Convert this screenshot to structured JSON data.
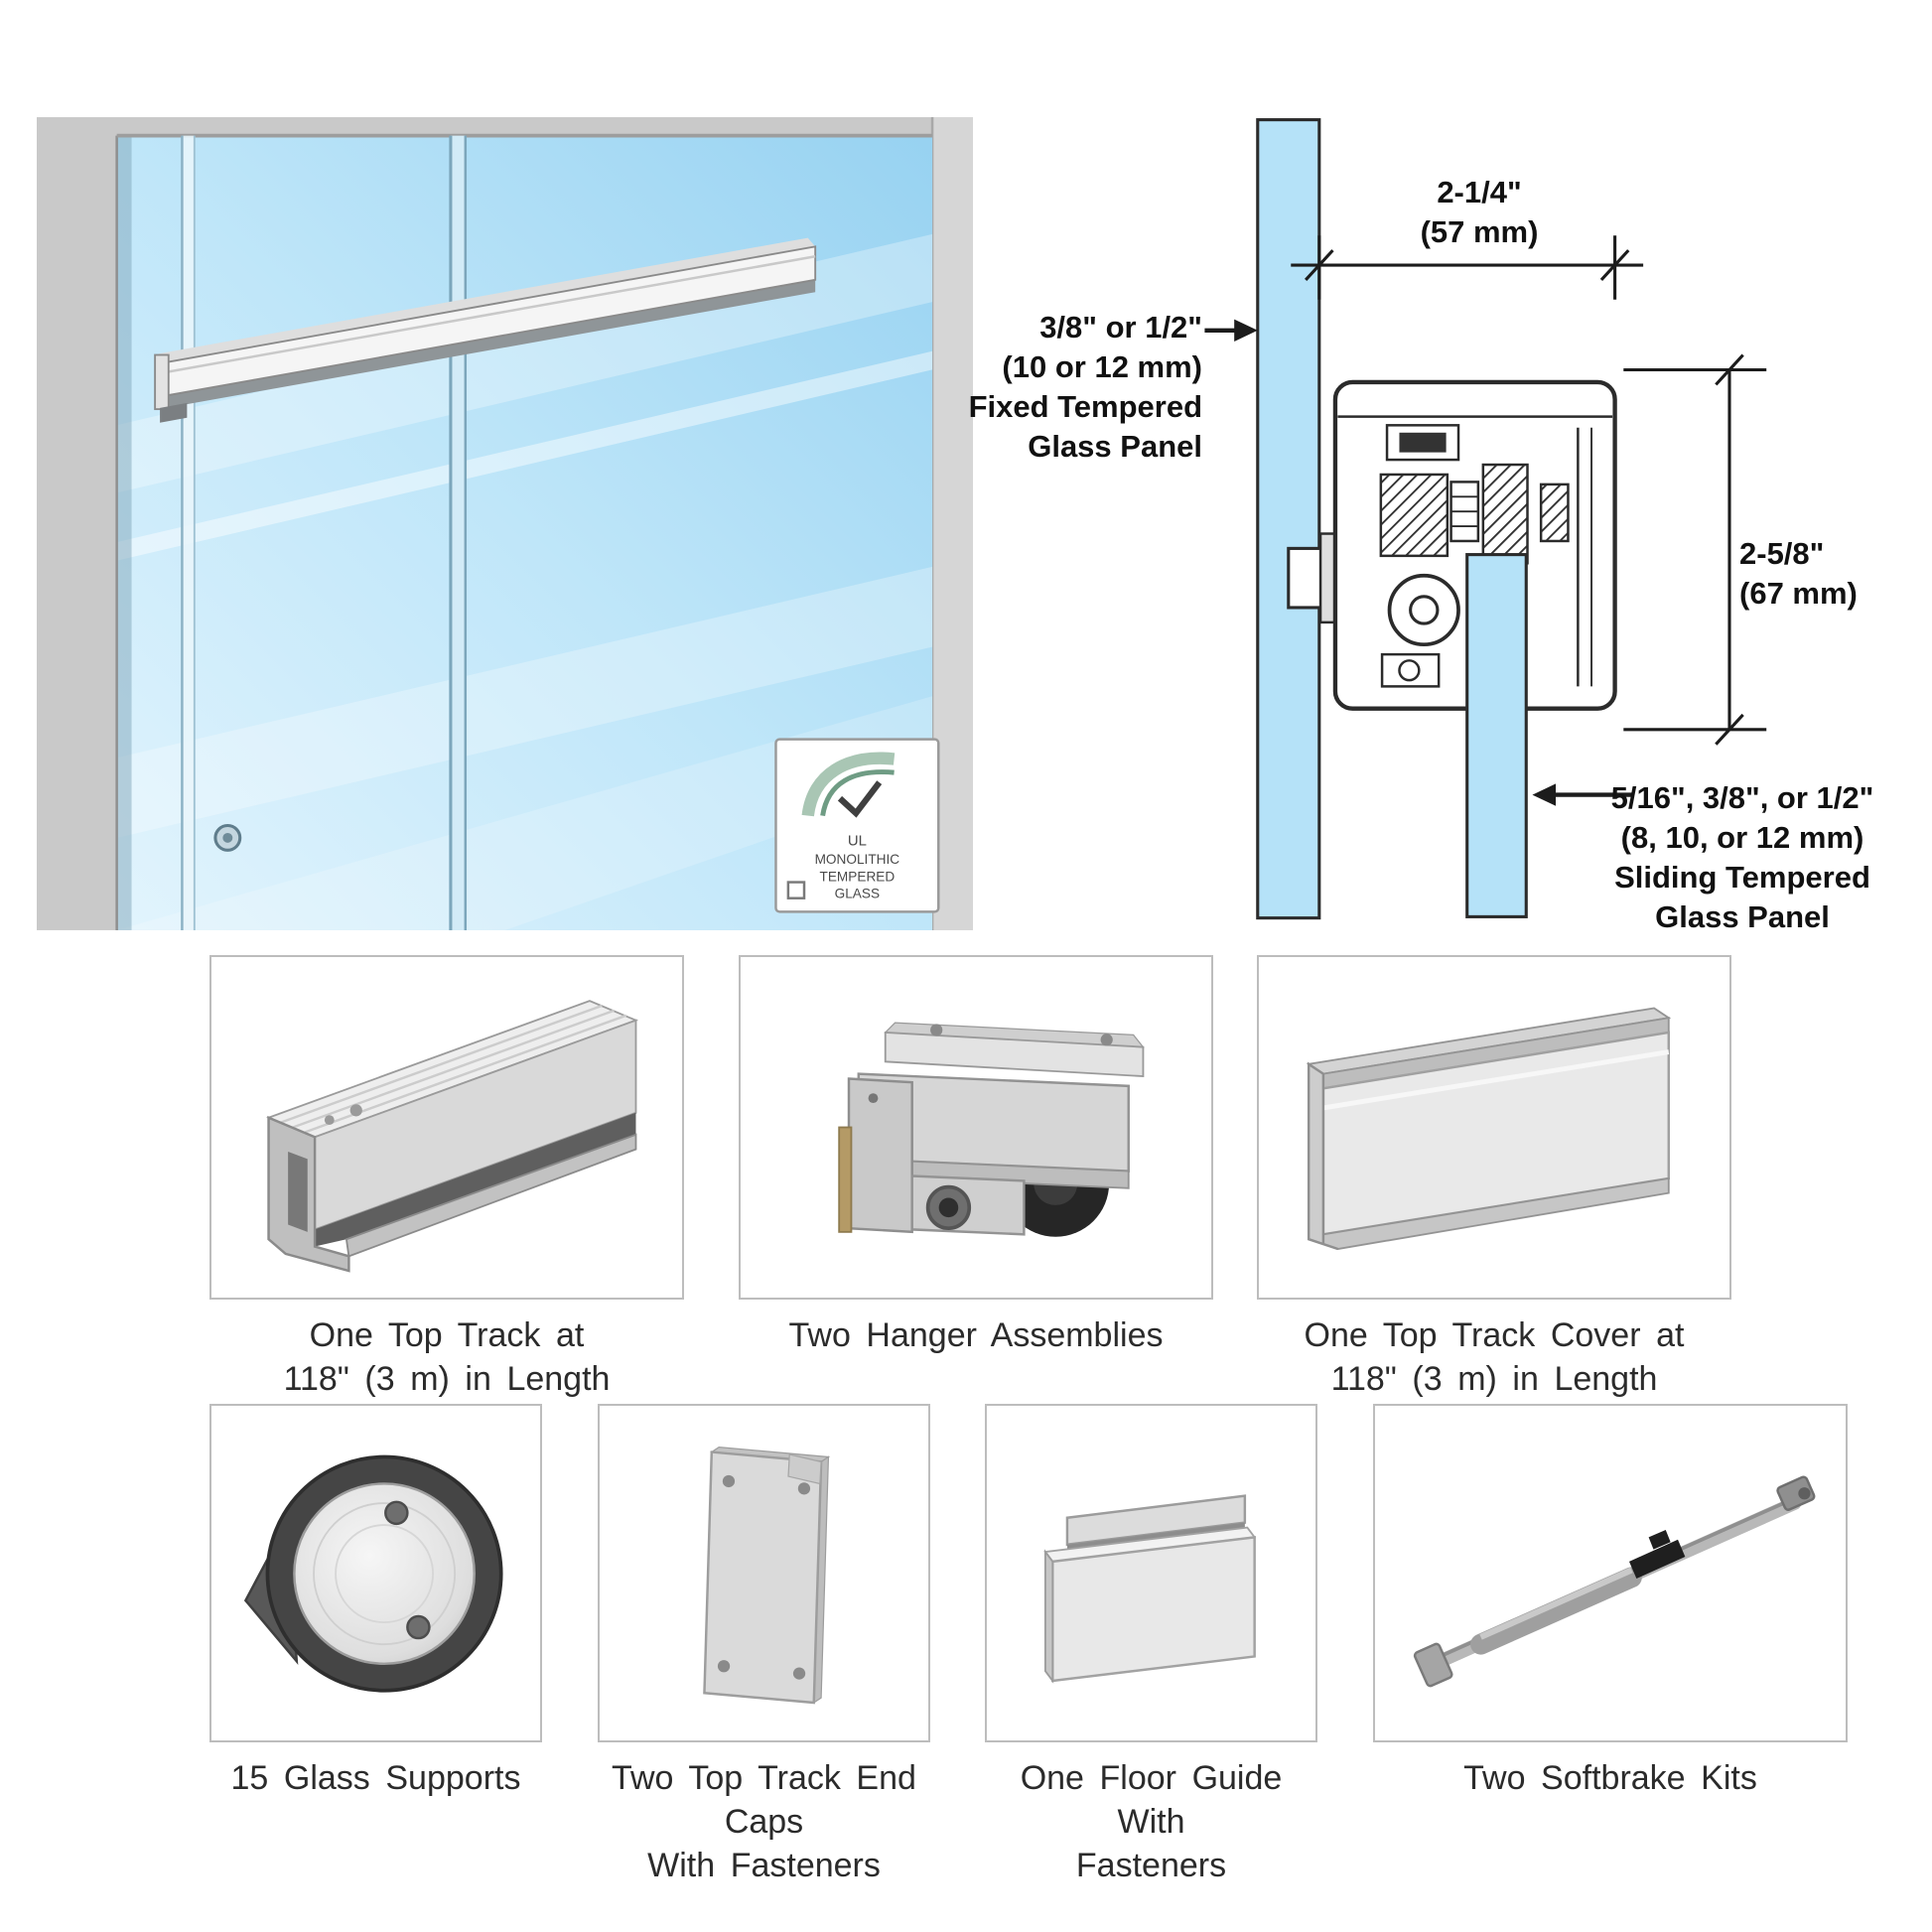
{
  "illustration": {
    "logo": {
      "line1": "UL",
      "line2": "MONOLITHIC",
      "line3": "TEMPERED",
      "line4": "GLASS"
    }
  },
  "cross_section": {
    "top_dim_line1": "2-1/4\"",
    "top_dim_line2": "(57 mm)",
    "right_dim_line1": "2-5/8\"",
    "right_dim_line2": "(67 mm)",
    "fixed_label_line1": "3/8\" or 1/2\"",
    "fixed_label_line2": "(10 or 12 mm)",
    "fixed_label_line3": "Fixed Tempered",
    "fixed_label_line4": "Glass Panel",
    "sliding_label_line1": "5/16\", 3/8\", or 1/2\"",
    "sliding_label_line2": "(8, 10, or 12 mm)",
    "sliding_label_line3": "Sliding Tempered",
    "sliding_label_line4": "Glass Panel"
  },
  "parts": [
    {
      "caption1": "One Top Track at",
      "caption2": "118\" (3 m) in Length"
    },
    {
      "caption1": "Two Hanger Assemblies",
      "caption2": ""
    },
    {
      "caption1": "One Top Track Cover at",
      "caption2": "118\" (3 m) in Length"
    },
    {
      "caption1": "15 Glass Supports",
      "caption2": ""
    },
    {
      "caption1": "Two Top Track End Caps",
      "caption2": "With Fasteners"
    },
    {
      "caption1": "One Floor Guide With",
      "caption2": "Fasteners"
    },
    {
      "caption1": "Two Softbrake Kits",
      "caption2": ""
    }
  ]
}
